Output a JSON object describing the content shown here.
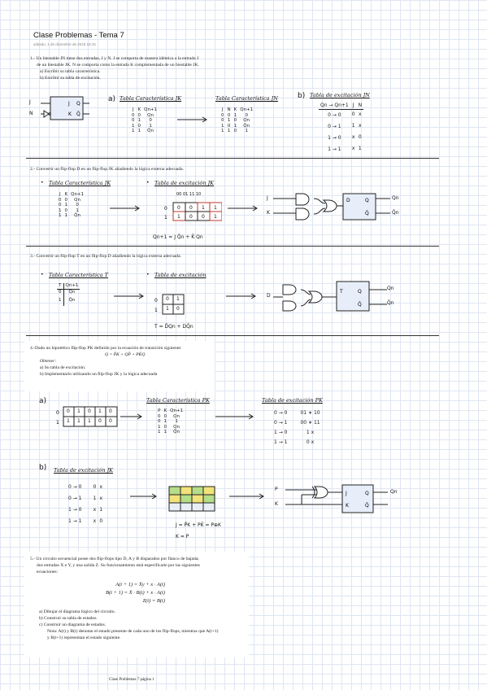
{
  "doc": {
    "title": "Clase Problemas - Tema 7",
    "date": "sábado, 1 de diciembre de 2018     18:15",
    "footer": "Clase Problemas 7 página 1"
  },
  "p1": {
    "line1": "1.- Un biestable JN tiene dos entradas, J y N. J se comporta de manera idéntica a la entrada J",
    "line2": "de un biestable JK. N se comporta como la entrada K complementada de un biestable JK.",
    "a": "a)   Escribir su tabla característica.",
    "b": "b)   Escribir su tabla de excitación.",
    "label_a": "a)",
    "label_b": "b)",
    "t_jk": "Tabla Característica JK",
    "t_jn": "Tabla Característica JN",
    "t_exc": "Tabla de excitación JN",
    "in_j": "J",
    "in_n": "N",
    "jk_head": [
      "J",
      "K",
      "Qn+1"
    ],
    "jk_rows": [
      [
        "0",
        "0",
        "Qn"
      ],
      [
        "0",
        "1",
        "0"
      ],
      [
        "1",
        "0",
        "1"
      ],
      [
        "1",
        "1",
        "Q̄n"
      ]
    ],
    "jn_head": [
      "J",
      "N",
      "K",
      "Qn+1"
    ],
    "jn_rows": [
      [
        "0",
        "0",
        "1",
        "0"
      ],
      [
        "0",
        "1",
        "0",
        "Qn"
      ],
      [
        "1",
        "0",
        "1",
        "Q̄n"
      ],
      [
        "1",
        "1",
        "0",
        "1"
      ]
    ],
    "ex_head": [
      "Qn → Qn+1",
      "J",
      "N"
    ],
    "ex_rows": [
      [
        "0 → 0",
        "0",
        "x"
      ],
      [
        "0 → 1",
        "1",
        "x"
      ],
      [
        "1 → 0",
        "x",
        "0"
      ],
      [
        "1 → 1",
        "x",
        "1"
      ]
    ]
  },
  "p2": {
    "text": "2.- Convertir un flip-flop D en un flip-flop JK añadiendo la lógica externa adecuada.",
    "t_jk": "Tabla Característica JK",
    "t_exc": "Tabla de excitación JK",
    "jk_head": [
      "J",
      "K",
      "Qn+1"
    ],
    "jk_rows": [
      [
        "0",
        "0",
        "Qn"
      ],
      [
        "0",
        "1",
        "0"
      ],
      [
        "1",
        "0",
        "1"
      ],
      [
        "1",
        "1",
        "Q̄n"
      ]
    ],
    "kmap_cols": "00  01  11  10",
    "kmap_row0": [
      "0",
      "0",
      "1",
      "1"
    ],
    "kmap_row1": [
      "1",
      "0",
      "0",
      "1"
    ],
    "eq": "Qn+1 = J Q̄n + K̄ Qn",
    "in_j": "J",
    "in_k": "K",
    "out_q": "Qn",
    "out_qb": "Q̄n"
  },
  "p3": {
    "text": "3.- Convertir un flip-flop T en un flip-flop D añadiendo la lógica externa adecuada.",
    "t_char": "Tabla Característica T",
    "t_exc": "Tabla de excitación",
    "t_head": [
      "T",
      "Qn+1"
    ],
    "t_rows": [
      [
        "0",
        "Qn"
      ],
      [
        "1",
        "Q̄n"
      ]
    ],
    "kmap_row0": [
      "0",
      "1"
    ],
    "kmap_row1": [
      "1",
      "0"
    ],
    "eq": "T = D̄Qn + DQ̄n",
    "in_d": "D",
    "out_q": "Qn",
    "out_qb": "Q̄n"
  },
  "p4": {
    "line1": "4.-Dado un hipotético flip-flop PK definido por la ecuación de transición siguiente:",
    "eq": "Q = P̄K + QP̄ + PK̄Q",
    "obtener": "Obtener:",
    "a": "a)  Su tabla de excitación.",
    "b": "b) Implementarlo utilizando un flip-flop JK y la lógica adecuada",
    "label_a": "a)",
    "label_b": "b)",
    "t_pk": "Tabla Característica PK",
    "t_exc_pk": "Tabla de excitación PK",
    "t_exc_jk": "Tabla de excitación JK",
    "pk_head": [
      "P",
      "K",
      "Qn+1"
    ],
    "pk_rows": [
      [
        "0",
        "0",
        "Qn"
      ],
      [
        "0",
        "1",
        "1"
      ],
      [
        "1",
        "0",
        "Qn"
      ],
      [
        "1",
        "1",
        "Q̄n"
      ]
    ],
    "kmap_row0": [
      "0",
      "1",
      "0",
      "1",
      "0"
    ],
    "kmap_row1": [
      "1",
      "1",
      "1",
      "0",
      "0"
    ],
    "exc_pk_rows": [
      [
        "0 → 0",
        "01 ∗ 10"
      ],
      [
        "0 → 1",
        "00 ∗ 11"
      ],
      [
        "1 → 0",
        "1  x"
      ],
      [
        "1 → 1",
        "0  x"
      ]
    ],
    "exc_jk_rows": [
      [
        "0 → 0",
        "0",
        "x"
      ],
      [
        "0 → 1",
        "1",
        "x"
      ],
      [
        "1 → 0",
        "x",
        "1"
      ],
      [
        "1 → 1",
        "x",
        "0"
      ]
    ],
    "eq_j": "J = P̄K + PK̄ = P⊕K",
    "eq_k": "K = P",
    "in_p": "P",
    "in_k": "K",
    "out_q": "Qn"
  },
  "p5": {
    "line1": "5.- Un circuito secuencial posee dos flip-flops tipo D, A y B disparados por flanco de bajada;",
    "line2": "dos entradas X e Y, y una salida Z. Su funcionamiento está especificado por las siguientes",
    "line3": "ecuaciones:",
    "eq1": "A(t + 1) = X̄y + x · A(t)",
    "eq2": "B(t + 1) = X̄ · B(t) + x · A(t)",
    "eq3": "Z(t) = B(t)",
    "a": "a) Dibujar el diagrama lógico del circuito.",
    "b": "b) Construir su tabla de estados.",
    "c": "c) Construir un diagrama de estados.",
    "nota": "Nota: A(t) y B(t) denotan el estado presente de cada uno de los flip-flops, mientras que A(t+1)",
    "nota2": "y B(t+1) representan el estado siguiente."
  }
}
